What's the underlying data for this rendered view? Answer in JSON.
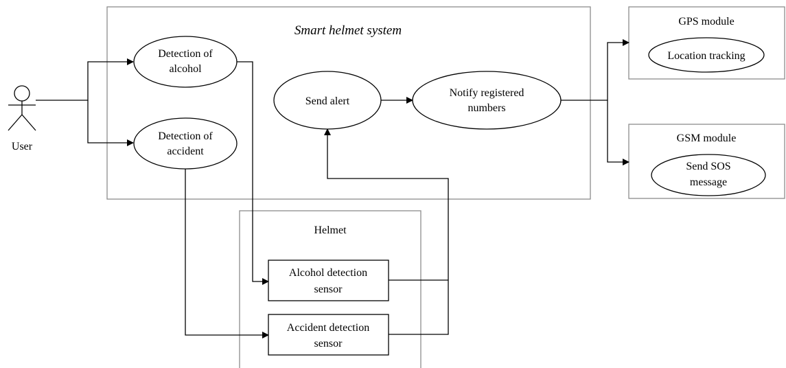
{
  "colors": {
    "stroke": "#000000",
    "boundary": "#8c8c8c",
    "background": "#ffffff"
  },
  "actor": {
    "label": "User",
    "icon": "stick-figure-icon"
  },
  "systems": {
    "smart_helmet": {
      "title": "Smart helmet system"
    },
    "gps": {
      "title": "GPS module"
    },
    "gsm": {
      "title": "GSM module"
    },
    "helmet": {
      "title": "Helmet"
    }
  },
  "use_cases": {
    "detection_alcohol": {
      "line1": "Detection of",
      "line2": "alcohol"
    },
    "detection_accident": {
      "line1": "Detection of",
      "line2": "accident"
    },
    "send_alert": {
      "line1": "Send alert"
    },
    "notify": {
      "line1": "Notify registered",
      "line2": "numbers"
    },
    "location_tracking": {
      "line1": "Location tracking"
    },
    "send_sos": {
      "line1": "Send SOS",
      "line2": "message"
    }
  },
  "components": {
    "alcohol_sensor": {
      "line1": "Alcohol detection",
      "line2": "sensor"
    },
    "accident_sensor": {
      "line1": "Accident detection",
      "line2": "sensor"
    }
  }
}
